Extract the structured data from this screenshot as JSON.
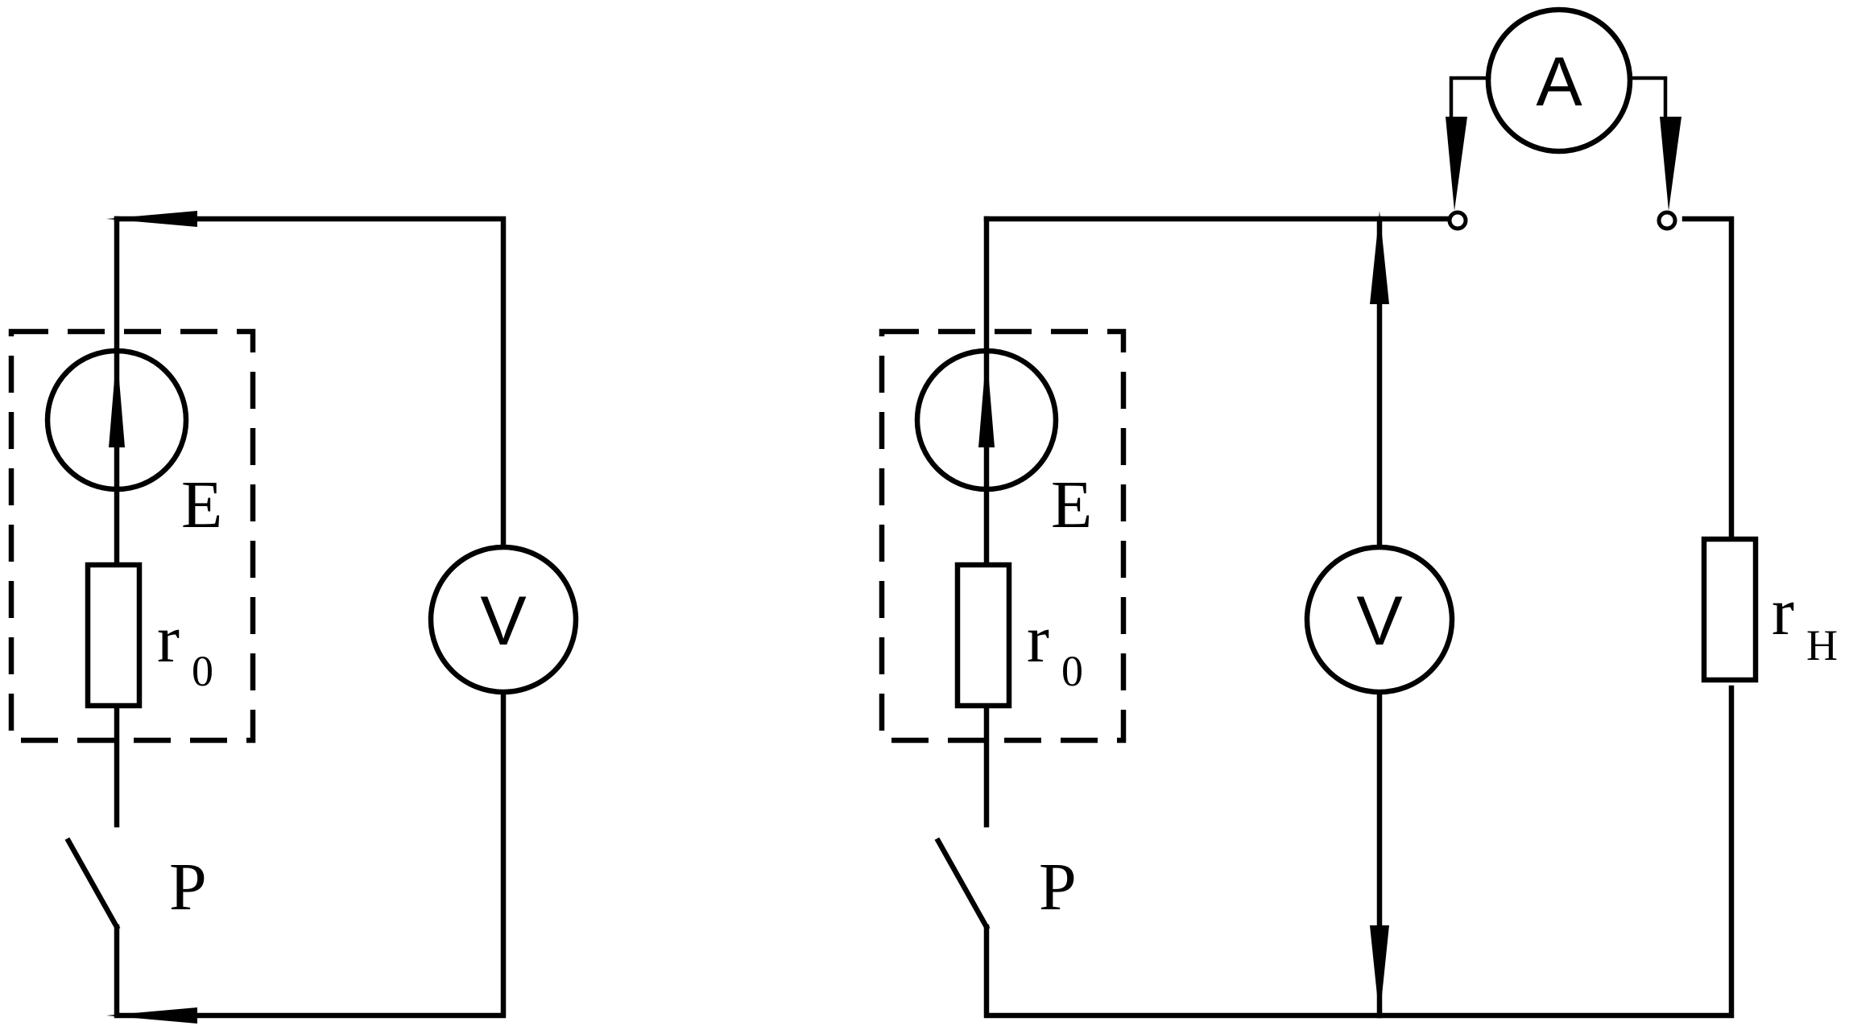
{
  "left_circuit": {
    "source_label": "E",
    "resistor_label": "r",
    "resistor_subscript": "0",
    "switch_label": "P",
    "meter_label": "V"
  },
  "right_circuit": {
    "source_label": "E",
    "resistor_label": "r",
    "resistor_subscript": "0",
    "switch_label": "P",
    "voltmeter_label": "V",
    "ammeter_label": "A",
    "load_label": "r",
    "load_subscript": "H"
  }
}
